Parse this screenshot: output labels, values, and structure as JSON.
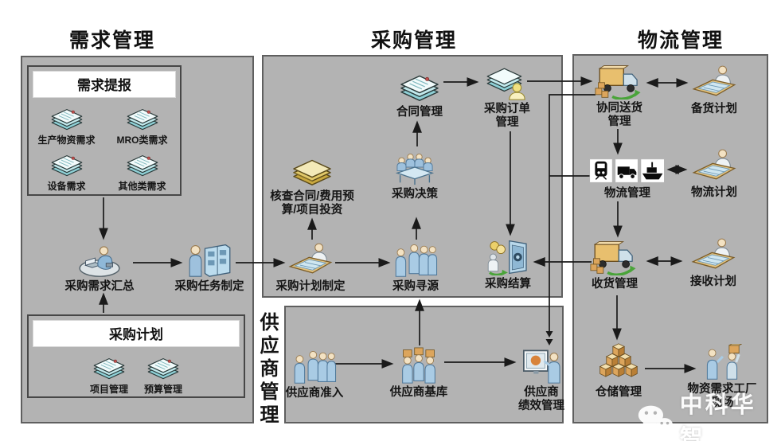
{
  "headers": {
    "demand": "需求管理",
    "procurement": "采购管理",
    "logistics": "物流管理"
  },
  "demand": {
    "submit_box": {
      "title": "需求提报",
      "items": [
        {
          "label": "生产物资需求"
        },
        {
          "label": "MRO类需求"
        },
        {
          "label": "设备需求"
        },
        {
          "label": "其他类需求"
        }
      ]
    },
    "summary": "采购需求汇总",
    "task": "采购任务制定",
    "plan_box": {
      "title": "采购计划",
      "items": [
        {
          "label": "项目管理"
        },
        {
          "label": "预算管理"
        }
      ]
    }
  },
  "procurement": {
    "contract": "合同管理",
    "order": "采购订单\n管理",
    "check": "核查合同/费用预\n算/项目投资",
    "decision": "采购决策",
    "plan_making": "采购计划制定",
    "sourcing": "采购寻源",
    "settlement": "采购结算"
  },
  "supplier": {
    "side_label": "供应商管理",
    "entry": "供应商准入",
    "base": "供应商基库",
    "performance": "供应商\n绩效管理"
  },
  "logistics": {
    "delivery": "协同送货\n管理",
    "stock_plan": "备货计划",
    "transport": "物流管理",
    "transport_plan": "物流计划",
    "receipt": "收货管理",
    "receive_plan": "接收计划",
    "warehouse": "仓储管理",
    "factory": "物资需求工厂\n现场"
  },
  "watermark": {
    "text": "中科华智"
  },
  "colors": {
    "panel_gray": "#b3b3b3",
    "panel_border": "#5f5f5f",
    "arrow": "#1a1a1a",
    "doc_teal": "#c2e9ec",
    "book_yellow": "#e2c96a",
    "figure_blue": "#a9cbe4",
    "box_tan": "#dca55c",
    "watermark_white": "#ffffff"
  }
}
